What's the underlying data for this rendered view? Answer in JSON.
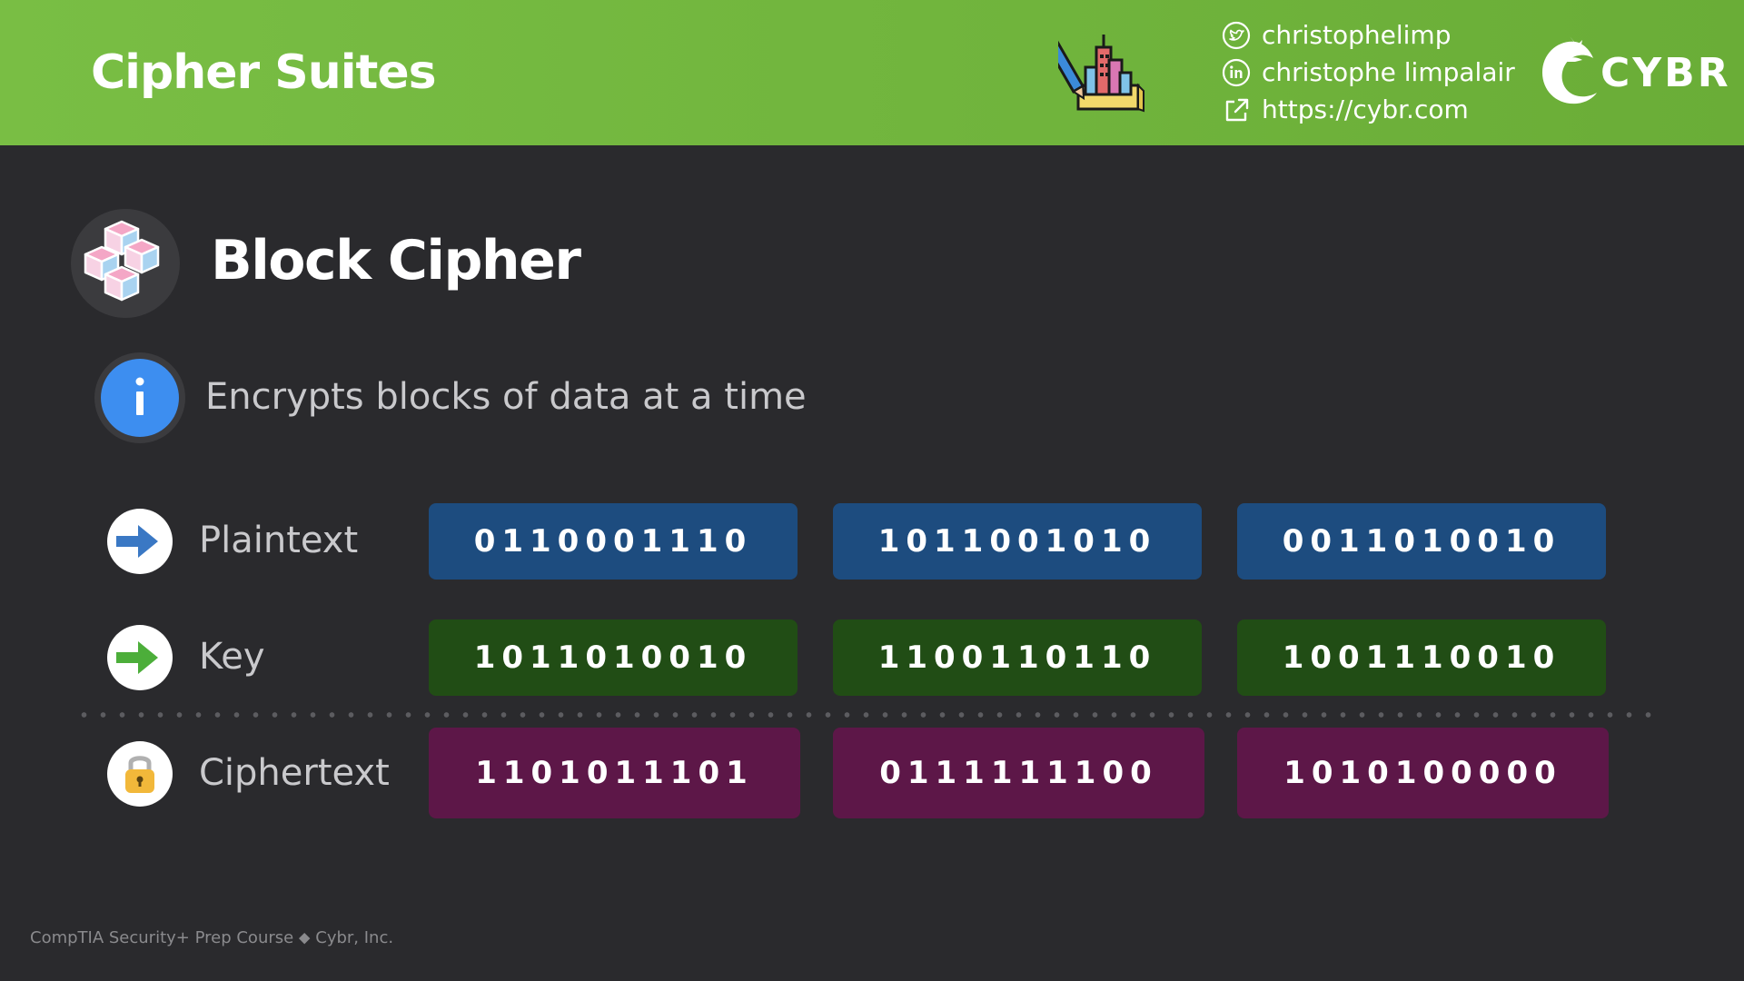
{
  "header": {
    "title": "Cipher Suites",
    "social": [
      {
        "icon": "twitter-icon",
        "text": "christophelimp"
      },
      {
        "icon": "linkedin-icon",
        "text": "christophe limpalair"
      },
      {
        "icon": "external-link-icon",
        "text": "https://cybr.com"
      }
    ],
    "logo_text": "CYBR"
  },
  "section": {
    "icon": "cubes-icon",
    "title": "Block Cipher",
    "info_icon": "info-icon",
    "info_text": "Encrypts blocks of data at a time"
  },
  "rows": [
    {
      "label": "Plaintext",
      "icon": "arrow-right-blue-icon",
      "blocks": [
        "0110001110",
        "1011001010",
        "0011010010"
      ],
      "color": "#1d4c7f"
    },
    {
      "label": "Key",
      "icon": "arrow-right-green-icon",
      "blocks": [
        "1011010010",
        "1100110110",
        "1001110010"
      ],
      "color": "#214d15"
    },
    {
      "label": "Ciphertext",
      "icon": "padlock-icon",
      "blocks": [
        "1101011101",
        "0111111100",
        "1010100000"
      ],
      "color": "#5d1748"
    }
  ],
  "colors": {
    "header": "#79be44",
    "background": "#2a2a2d"
  },
  "footer": {
    "text": "CompTIA Security+ Prep Course ⬥ Cybr, Inc."
  }
}
